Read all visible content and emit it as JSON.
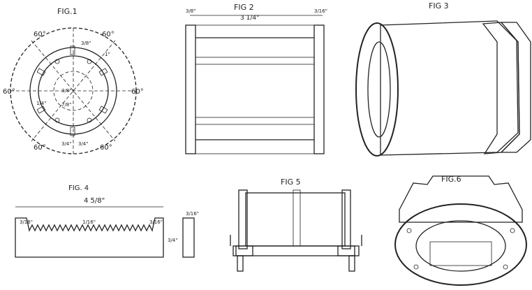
{
  "fig1": {
    "title": "FIG.1",
    "angles": [
      "60°",
      "60°",
      "60°",
      "60°",
      "60°",
      "60°"
    ],
    "dims": [
      "3/8\"",
      "1\"",
      "3/8\"",
      "7/8\"",
      "1/4\"",
      "3/4\"",
      "3/4\""
    ]
  },
  "fig2": {
    "title": "FIG 2",
    "dim_overall": "3 1/4\"",
    "dim_left": "3/8\"",
    "dim_right": "3/16\""
  },
  "fig3": {
    "title": "FIG 3"
  },
  "fig4": {
    "title": "FIG. 4",
    "dim_length": "4 5/8\"",
    "dim_a": "3/16\"",
    "dim_b": "1/16\"",
    "dim_c": "3/16\"",
    "dim_height": "3/4\"",
    "dim_side": "3/16\""
  },
  "fig5": {
    "title": "FIG 5"
  },
  "fig6": {
    "title": "FIG.6"
  },
  "colors": {
    "ink": "#222222",
    "paper": "#ffffff",
    "shade": "#555555"
  }
}
